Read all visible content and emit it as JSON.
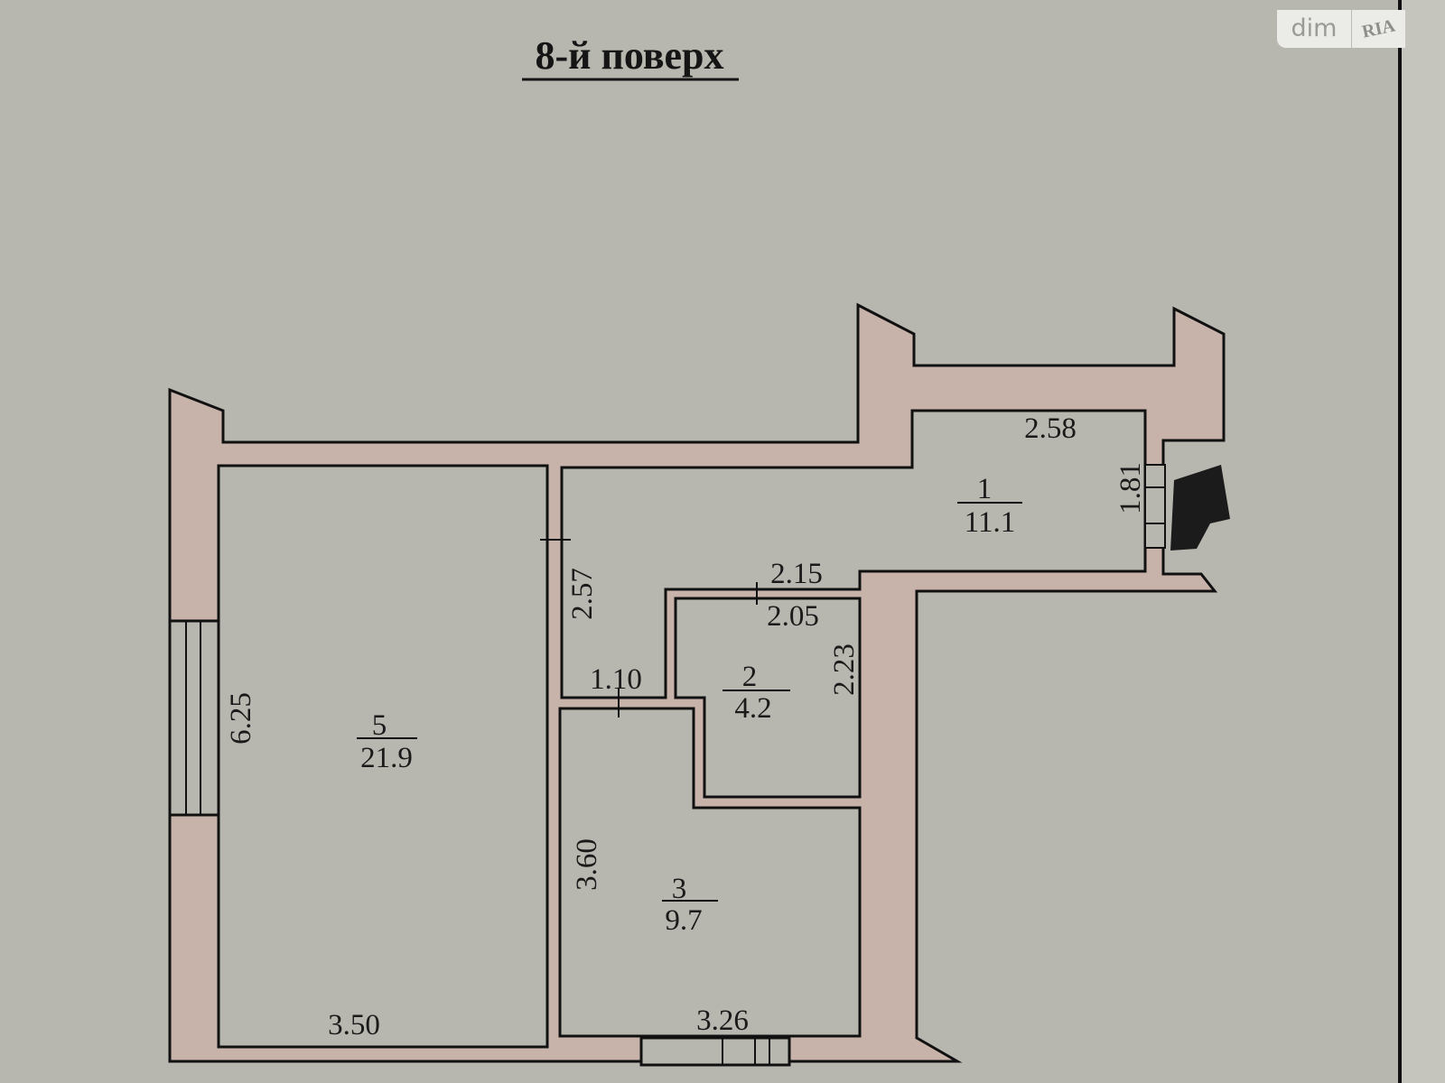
{
  "title": "8-й поверх",
  "watermark": {
    "left": "dim",
    "right": "RIA"
  },
  "rooms": [
    {
      "number": "1",
      "area": "11.1"
    },
    {
      "number": "2",
      "area": "4.2"
    },
    {
      "number": "3",
      "area": "9.7"
    },
    {
      "number": "5",
      "area": "21.9"
    }
  ],
  "dimensions": {
    "d258": "2.58",
    "d181": "1.81",
    "d215": "2.15",
    "d205": "2.05",
    "d257": "2.57",
    "d110": "1.10",
    "d223": "2.23",
    "d625": "6.25",
    "d360": "3.60",
    "d350": "3.50",
    "d326": "3.26"
  },
  "colors": {
    "paper": "#b8b7af",
    "wall": "#c8b3ab",
    "line": "#111111"
  }
}
